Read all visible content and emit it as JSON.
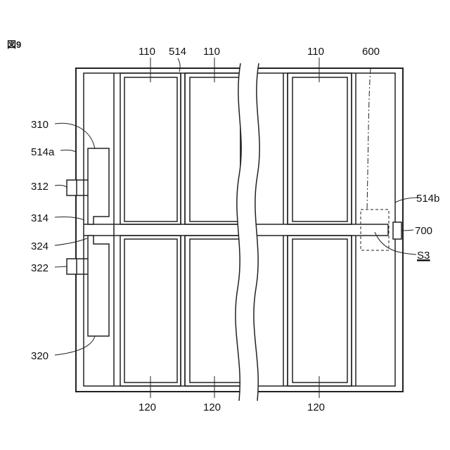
{
  "figure": {
    "label": "図9",
    "colors": {
      "stroke": "#222222",
      "background": "#ffffff"
    }
  },
  "labels": {
    "cell_top_1": "110",
    "cell_top_2": "110",
    "cell_top_3": "110",
    "frame_top": "514",
    "region_600": "600",
    "bar_310": "310",
    "side_514a": "514a",
    "pad_312": "312",
    "conn_314": "314",
    "conn_324": "324",
    "pad_322": "322",
    "bar_320": "320",
    "side_514b": "514b",
    "pad_700": "700",
    "section_s3": "S3",
    "cell_bottom_1": "120",
    "cell_bottom_2": "120",
    "cell_bottom_3": "120"
  }
}
